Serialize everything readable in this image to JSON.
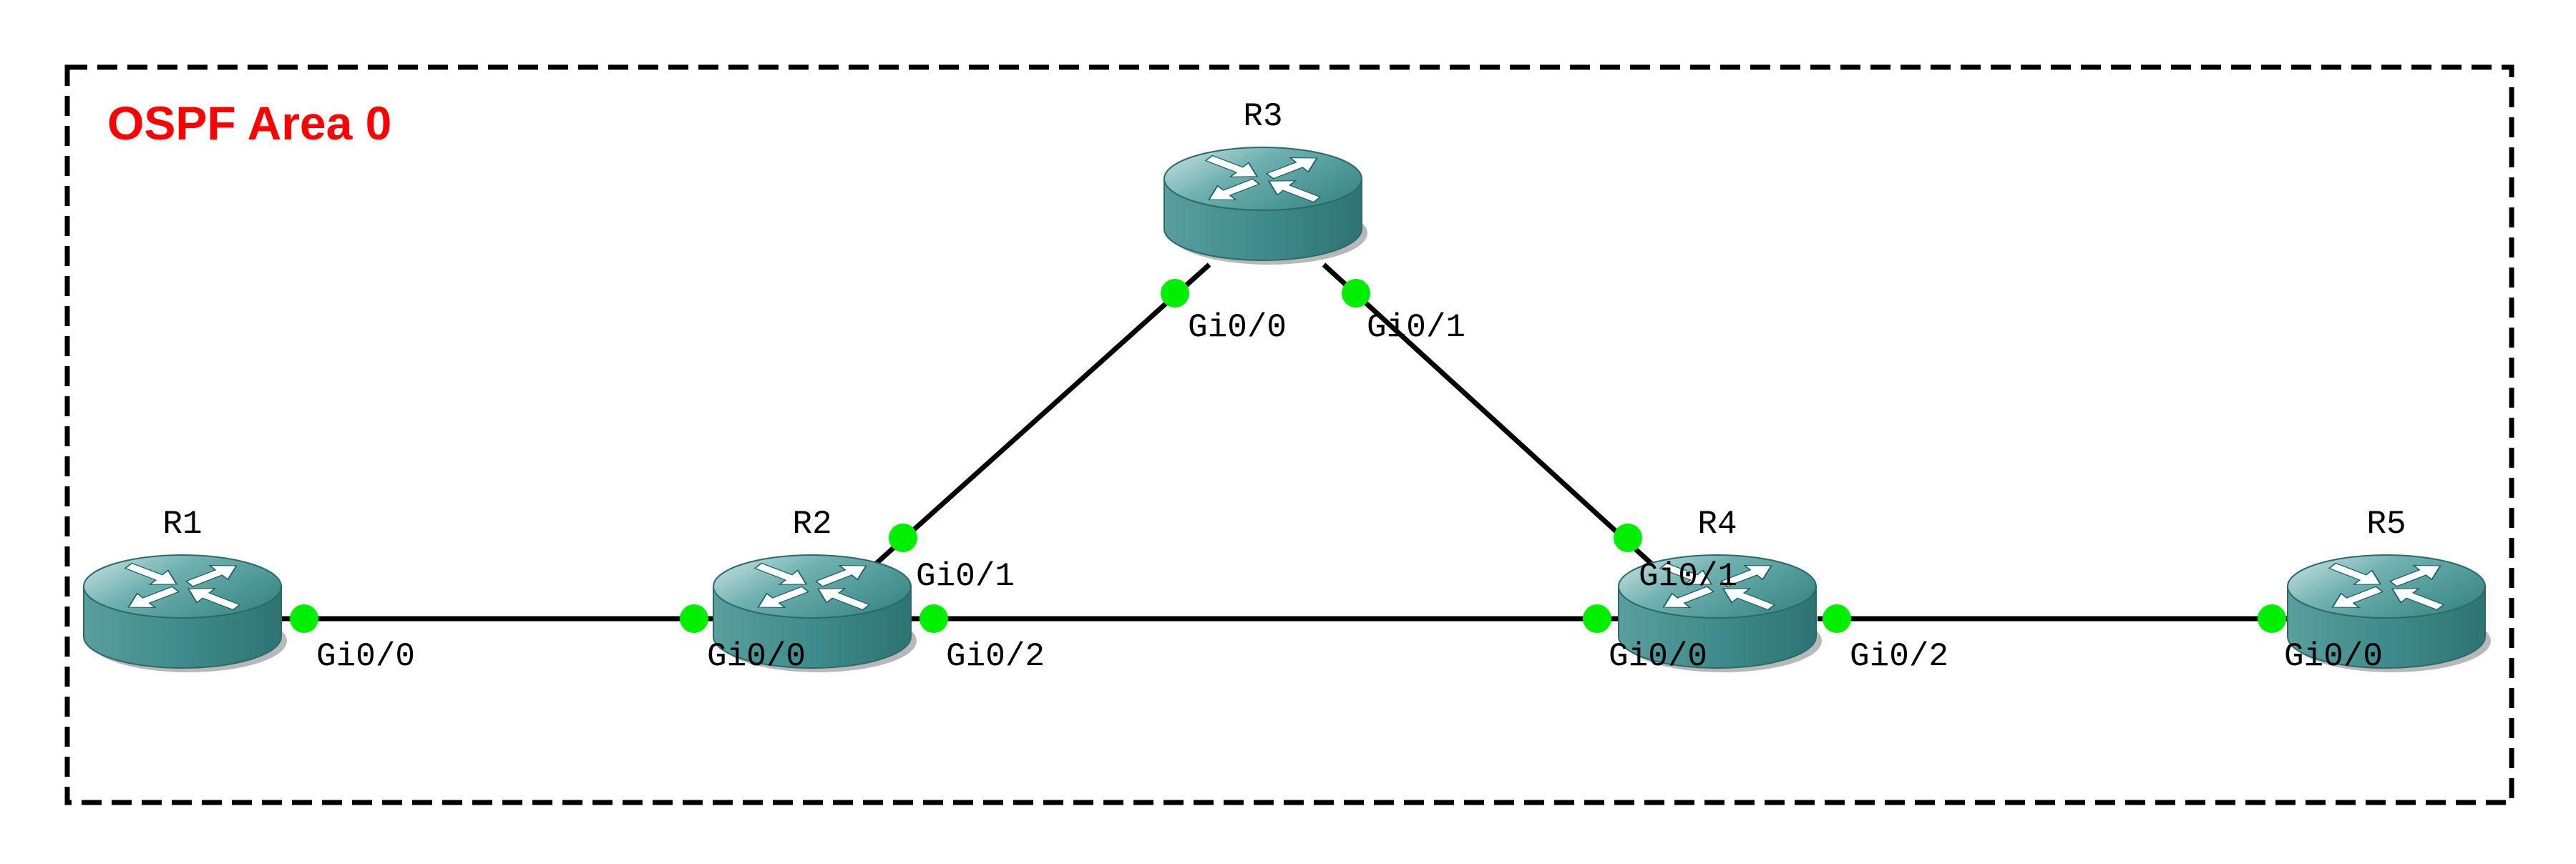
{
  "area": {
    "label": "OSPF Area 0",
    "label_color": "#ff0000",
    "border_color": "#000000"
  },
  "colors": {
    "router_body": "#3f8b8b",
    "router_top": "#5aa3a3",
    "router_highlight": "#d9ecec",
    "port_dot": "#00ee00",
    "link": "#000000"
  },
  "routers": [
    {
      "id": "R1",
      "name": "R1",
      "icon": "router-icon"
    },
    {
      "id": "R2",
      "name": "R2",
      "icon": "router-icon"
    },
    {
      "id": "R3",
      "name": "R3",
      "icon": "router-icon"
    },
    {
      "id": "R4",
      "name": "R4",
      "icon": "router-icon"
    },
    {
      "id": "R5",
      "name": "R5",
      "icon": "router-icon"
    }
  ],
  "links": [
    {
      "from": "R1",
      "from_if": "Gi0/0",
      "to": "R2",
      "to_if": "Gi0/0"
    },
    {
      "from": "R2",
      "from_if": "Gi0/1",
      "to": "R3",
      "to_if": "Gi0/0"
    },
    {
      "from": "R3",
      "from_if": "Gi0/1",
      "to": "R4",
      "to_if": "Gi0/1"
    },
    {
      "from": "R2",
      "from_if": "Gi0/2",
      "to": "R4",
      "to_if": "Gi0/0"
    },
    {
      "from": "R4",
      "from_if": "Gi0/2",
      "to": "R5",
      "to_if": "Gi0/0"
    }
  ]
}
